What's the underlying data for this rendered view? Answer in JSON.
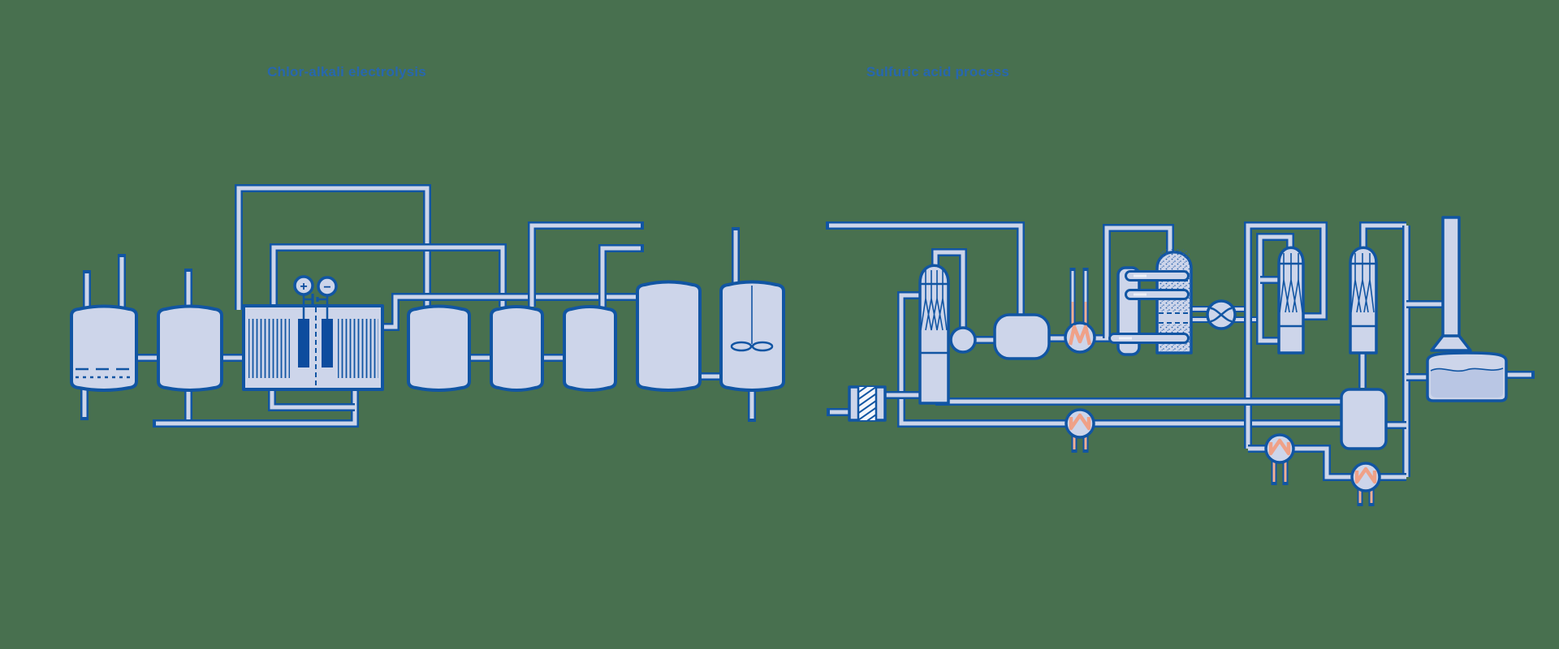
{
  "background_color": "#48704F",
  "colors": {
    "outline_blue": "#1155A3",
    "equipment_fill": "#CDD5EA",
    "electrode_blue": "#0D4C9E",
    "title_blue": "#2767AE",
    "tank_liquid": "#B9C6E4",
    "pump_pink": "#F2AE93"
  },
  "diagrams": [
    {
      "id": "chlor-alkali",
      "title": "Chlor-alkali electrolysis",
      "symbols": {
        "anode": "+",
        "cathode": "−"
      }
    },
    {
      "id": "sulfuric-acid",
      "title": "Sulfuric acid process"
    }
  ]
}
